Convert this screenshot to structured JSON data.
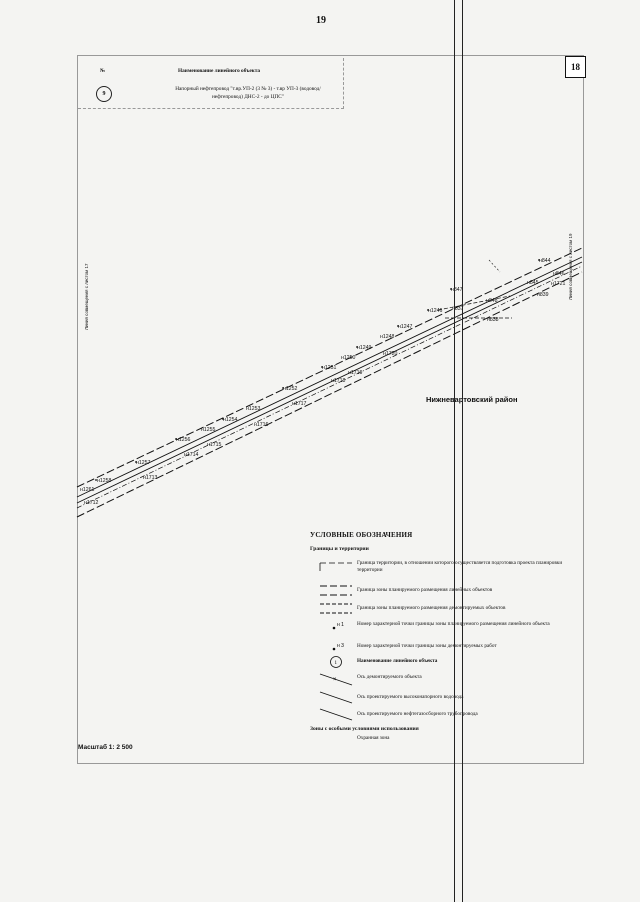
{
  "page_number": "19",
  "sheet_number": "18",
  "title_table": {
    "col_no": "№",
    "col_name": "Наименование линейного объекта",
    "rows": [
      {
        "no": "9",
        "name": "Напорный нефтепровод \"т.вр.УП-2 (3 № 3) - т.вр УП-3 (водовод/нефтепровод) ДНС-2 - до ЦПС\""
      }
    ]
  },
  "district": "Нижневартовский район",
  "match_left": "Линия совмещения с листом 17",
  "match_right": "Линия совмещения с листом 19",
  "scale": "Масштаб 1: 2 500",
  "points": [
    "н1258",
    "н1261",
    "н1712",
    "н1257",
    "н1713",
    "н1256",
    "н1714",
    "н1255",
    "н1715",
    "н1254",
    "н1716",
    "н1252",
    "н1717",
    "н1253",
    "н1718",
    "н1251",
    "н1719",
    "н1250",
    "н1720",
    "н1249",
    "н1248",
    "н1247",
    "н1246",
    "н837",
    "н847",
    "н848",
    "н838",
    "н844",
    "н845",
    "н846",
    "н1721",
    "н839"
  ],
  "legend": {
    "title": "УСЛОВНЫЕ ОБОЗНАЧЕНИЯ",
    "subtitle": "Границы и территории",
    "items": [
      "Граница территории, в отношении которого осуществляется подготовка проекта планировки территории",
      "Граница зоны планируемого размещения линейных объектов",
      "Граница зоны планируемого размещения демонтируемых объектов",
      "Номер характерной точки границы зоны планируемого размещения линейного объекта",
      "Номер характерной точки границы зоны демонтируемых работ",
      "Наименование линейного объекта",
      "Ось демонтируемого объекта",
      "Ось проектируемого высоконапорного водовода",
      "Ось проектируемого нефтегазосборного трубопровода"
    ],
    "sym_labels": [
      "н 1",
      "н 3",
      "1"
    ],
    "foot_title": "Зоны с особыми условиями использования",
    "foot_item": "Охранная зона"
  }
}
